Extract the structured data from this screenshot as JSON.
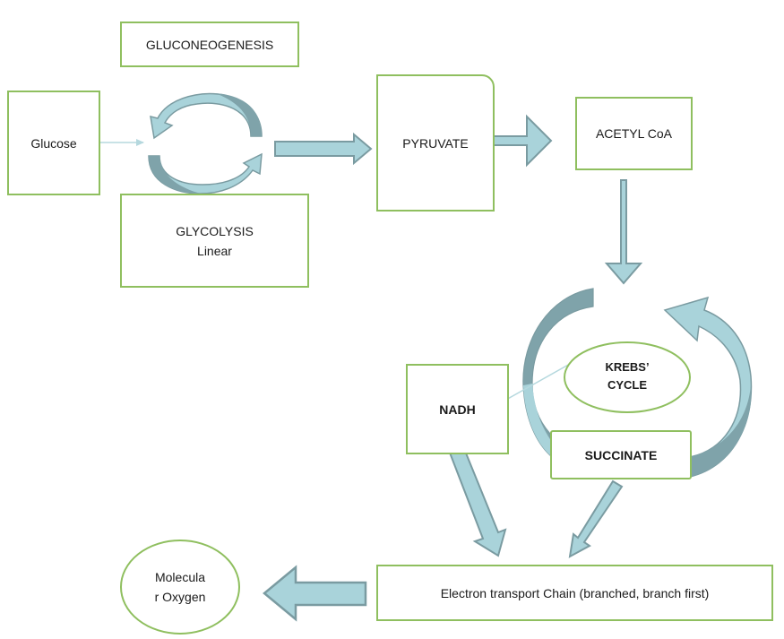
{
  "diagram": {
    "type": "metabolic-pathway-flowchart",
    "colors": {
      "box_border": "#8fbf5f",
      "arrow_fill": "#a9d3da",
      "arrow_dark": "#7fa3aa",
      "arrow_stroke": "#7a9ba1",
      "thin_arrow": "#b5d8de"
    },
    "nodes": {
      "gluconeogenesis": "GLUCONEOGENESIS",
      "glucose": "Glucose",
      "glycolysis": "GLYCOLYSIS\nLinear",
      "pyruvate": "PYRUVATE",
      "acetyl_coa": "ACETYL CoA",
      "krebs_cycle": "KREBS’\nCYCLE",
      "nadh": "NADH",
      "succinate": "SUCCINATE",
      "electron_transport_chain": "Electron transport Chain (branched, branch first)",
      "molecular_oxygen": "Molecula\nr Oxygen"
    },
    "edges": [
      {
        "from": "glucose",
        "to": "glycolysis-cycle",
        "style": "thin"
      },
      {
        "from": "glycolysis-cycle",
        "to": "pyruvate",
        "style": "block"
      },
      {
        "from": "pyruvate",
        "to": "acetyl_coa",
        "style": "block"
      },
      {
        "from": "acetyl_coa",
        "to": "krebs_cycle",
        "style": "block"
      },
      {
        "from": "krebs_cycle",
        "to": "nadh",
        "style": "thin"
      },
      {
        "from": "nadh",
        "to": "electron_transport_chain",
        "style": "block"
      },
      {
        "from": "succinate",
        "to": "electron_transport_chain",
        "style": "block"
      },
      {
        "from": "electron_transport_chain",
        "to": "molecular_oxygen",
        "style": "block"
      }
    ]
  }
}
